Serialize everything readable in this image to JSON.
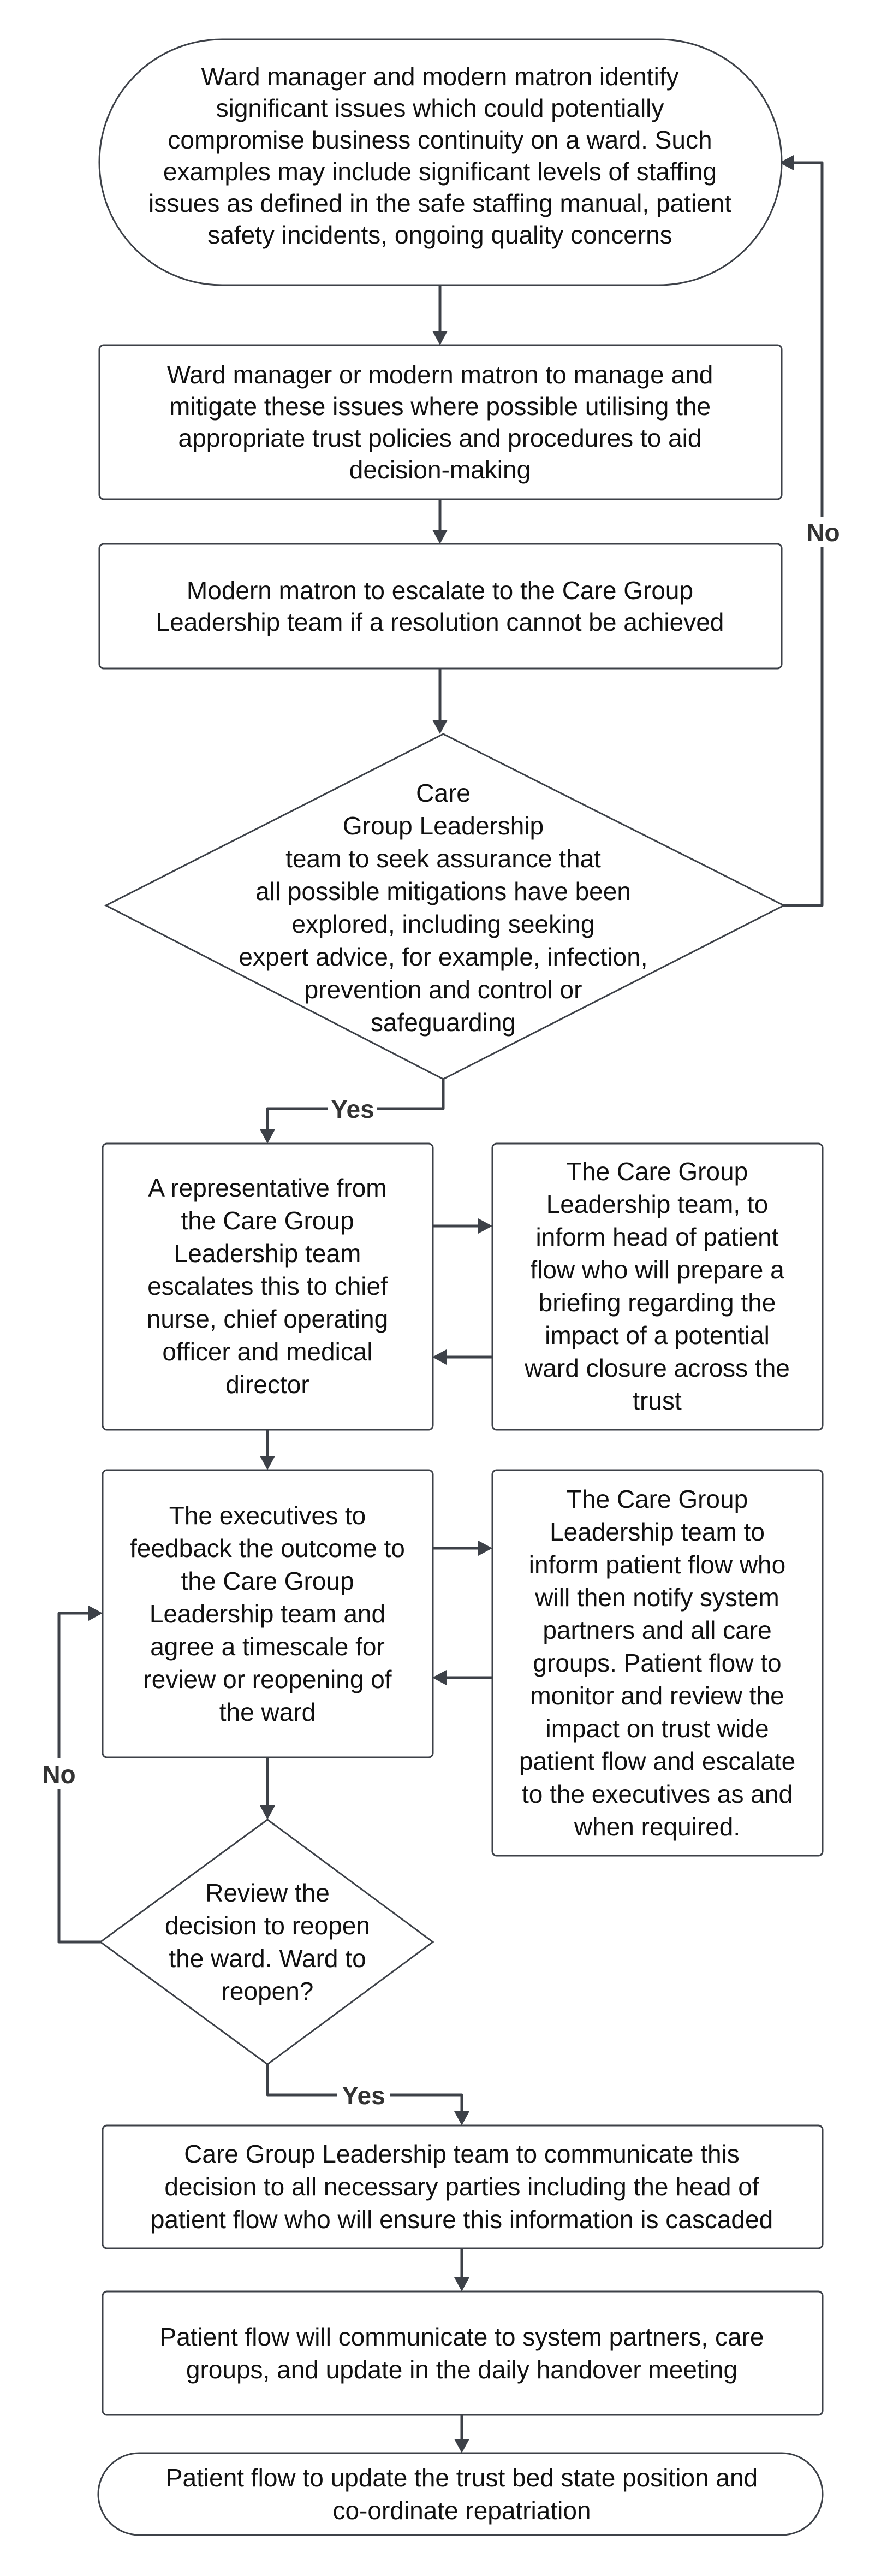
{
  "nodes": {
    "start": {
      "lines": [
        "Ward manager and modern matron identify",
        "significant issues which could potentially",
        "compromise business continuity on a ward. Such",
        "examples may include significant levels of staffing",
        "issues as defined in the safe staffing manual, patient",
        "safety incidents, ongoing quality concerns"
      ]
    },
    "mitigate": {
      "lines": [
        "Ward manager or modern matron to manage and",
        "mitigate these issues where possible utilising the",
        "appropriate trust policies and procedures to aid",
        "decision-making"
      ]
    },
    "escalate": {
      "lines": [
        "Modern matron to escalate to the Care Group",
        "Leadership team if a resolution cannot be achieved"
      ]
    },
    "assurance": {
      "lines": [
        "Care",
        "Group Leadership",
        "team to seek assurance that",
        "all possible mitigations have been",
        "explored, including seeking",
        "expert advice, for example, infection,",
        "prevention and control or",
        "safeguarding"
      ]
    },
    "representative": {
      "lines": [
        "A representative from",
        "the Care Group",
        "Leadership team",
        "escalates this to chief",
        "nurse, chief operating",
        "officer and medical",
        "director"
      ]
    },
    "briefing": {
      "lines": [
        "The Care Group",
        "Leadership team, to",
        "inform head of patient",
        "flow who will prepare a",
        "briefing regarding the",
        "impact of a potential",
        "ward closure across the",
        "trust"
      ]
    },
    "executives": {
      "lines": [
        "The executives to",
        "feedback the outcome to",
        "the Care Group",
        "Leadership team and",
        "agree a timescale for",
        "review or reopening of",
        "the ward"
      ]
    },
    "notify": {
      "lines": [
        "The Care Group",
        "Leadership team to",
        "inform patient flow who",
        "will then notify system",
        "partners and all care",
        "groups. Patient flow to",
        "monitor and review the",
        "impact on trust wide",
        "patient flow and escalate",
        "to the executives as and",
        "when required."
      ]
    },
    "review": {
      "lines": [
        "Review the",
        "decision to reopen",
        "the ward. Ward to",
        "reopen?"
      ]
    },
    "communicate": {
      "lines": [
        "Care Group Leadership team to communicate this",
        "decision to all necessary parties including the head of",
        "patient flow who will ensure this information is cascaded"
      ]
    },
    "handover": {
      "lines": [
        "Patient flow will communicate to system partners, care",
        "groups, and update in the daily handover meeting"
      ]
    },
    "end": {
      "lines": [
        "Patient flow to update the trust bed state position and",
        "co-ordinate repatriation"
      ]
    }
  },
  "edges": {
    "no_top": "No",
    "yes_assurance": "Yes",
    "no_review": "No",
    "yes_review": "Yes"
  }
}
